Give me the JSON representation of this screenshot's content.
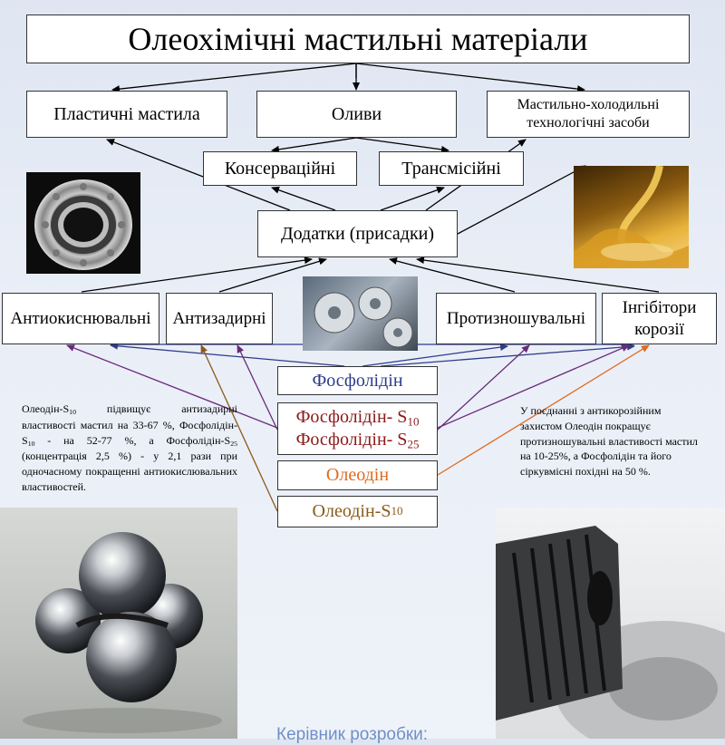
{
  "title": "Олеохімічні мастильні матеріали",
  "categories": {
    "plastic": "Пластичні мастила",
    "oils": "Оливи",
    "coolant": "Мастильно-холодильні технологічні засоби"
  },
  "oil_types": {
    "conserv": "Консерваційні",
    "trans": "Трансмісійні"
  },
  "additives": "Додатки (присадки)",
  "properties": {
    "antiox": "Антиокиснювальні",
    "antiseize": "Антизадирні",
    "antiwear": "Протизношувальні",
    "inhib": "Інгібітори корозії"
  },
  "products": {
    "phos": "Фосфолідін",
    "phosS10_base": "Фосфолідін- S",
    "phosS10_sub": "10",
    "phosS25_base": "Фосфолідін- S",
    "phosS25_sub": "25",
    "oleo": "Олеодін",
    "oleoS_base": "Олеодін-S",
    "oleoS_sub": "10"
  },
  "notes": {
    "left_1": "Олеодін-S",
    "left_1_sub": "10",
    "left_2": " підвищує антизадирні властивості мастил на 33-67 %, Фосфолідін-S",
    "left_2_sub": "10",
    "left_3": " - на 52-77 %, а Фосфолідін-S",
    "left_3_sub": "25",
    "left_4": " (концентрація 2,5 %) - у 2,1 рази при одночасному покращенні антиокислювальних властивостей.",
    "right": "У поєднанні з антикорозійним захистом Олеодін покращує протизношувальні властивості мастил на 10-25%, а Фосфолідін та його сіркувмісні похідні на 50 %."
  },
  "footer": "Керівник розробки:",
  "colors": {
    "phos": "#2e3b8a",
    "phosS": "#8b1a1a",
    "oleo": "#e06a1e",
    "oleoS": "#8b5a1a",
    "antiox_arrow": "#6a2a7a"
  },
  "images": {
    "bearing": "bearing-photo",
    "oil": "oil-pour-photo",
    "gears": "gears-photo",
    "balls": "steel-balls-photo",
    "gear": "helical-gear-photo"
  }
}
